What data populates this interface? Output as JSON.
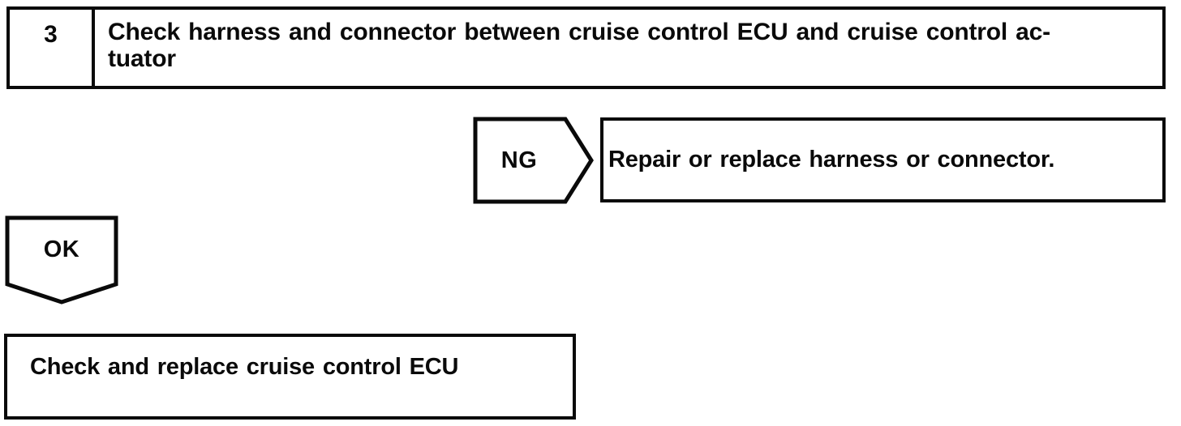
{
  "page": {
    "background": "#ffffff",
    "ink_color": "#0a0a0a"
  },
  "flowchart": {
    "step": {
      "number": "3",
      "title_line1": "Check harness and connector between cruise control ECU and cruise control ac-",
      "title_line2": "tuator",
      "title_full": "Check harness and connector between cruise control ECU and cruise control actuator"
    },
    "ng_branch": {
      "label": "NG",
      "action": "Repair or replace harness or connector."
    },
    "ok_branch": {
      "label": "OK",
      "action": "Check and replace cruise control ECU"
    }
  }
}
